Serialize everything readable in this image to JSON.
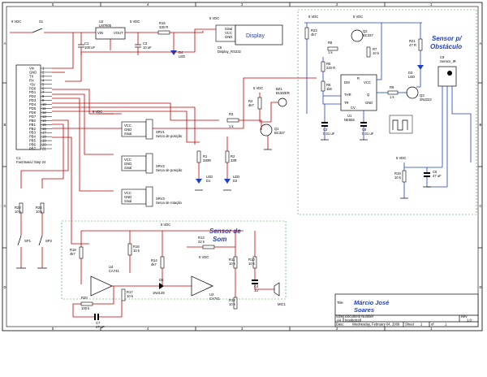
{
  "frame": {
    "cols": [
      "5",
      "4",
      "3",
      "2",
      "1"
    ],
    "rows": [
      "A",
      "B",
      "C",
      "D"
    ]
  },
  "sections": {
    "obstacle_title_1": "Sensor p/",
    "obstacle_title_2": "Obstáculo",
    "sound_title_1": "Sensor de",
    "sound_title_2": "Som"
  },
  "power": {
    "vdc_9": "9 VDC",
    "vdc_5": "5 VDC"
  },
  "components": {
    "s1": "S1",
    "u2": "U2",
    "u2_part": "LM7805",
    "vin": "VIN",
    "vout": "VOUT",
    "c1": "C1",
    "c1_val": "100 uF",
    "c2": "C2",
    "c2_val": "10 uF",
    "r15": "R15",
    "r15_val": "330 R",
    "d4": "D4",
    "d4_val": "LED",
    "display_label": "Display",
    "display_pins": [
      "Sinal",
      "VCC",
      "GND"
    ],
    "c6": "C6",
    "c6_part": "Display_RS232",
    "c1_mcu": "C1",
    "mcu_part": "Fast Basic/ Step 24",
    "mcu_pins": [
      "Vin",
      "GND",
      "TX",
      "RX",
      "+5V",
      "PD0",
      "PD1",
      "PD2",
      "PD3",
      "PD4",
      "PD5",
      "PD6",
      "PD7",
      "PB0",
      "PB1",
      "PB2",
      "PB3",
      "PB4",
      "PB5",
      "PB6",
      "PB7"
    ],
    "srv1": "SRV1",
    "srv1_desc": "Servo de posição",
    "srv2": "SRV2",
    "srv2_desc": "Servo de posição",
    "srv3": "SRV3",
    "srv3_desc": "Servo de rotação",
    "servo_pins": [
      "VCC",
      "GND",
      "Sinal"
    ],
    "r22": "R22",
    "r22_val": "10 k",
    "r24": "R24",
    "r24_val": "10 k",
    "sp1": "SP1",
    "sp2": "SP2",
    "r4": "R4",
    "r4_val": "4k7",
    "bz1": "BZ1",
    "bz1_val": "BUZZER",
    "r3": "R3",
    "r3_val": "1 k",
    "q1": "Q1",
    "q1_part": "BC337",
    "r1": "R1",
    "r1_val": "330R",
    "r2": "R2",
    "r2_val": "33R",
    "d1": "D1",
    "d2": "D2",
    "led": "LED",
    "r23": "R23",
    "r23_val": "4k7",
    "r8": "R8",
    "r8_val": "1 k",
    "q2": "Q2",
    "q2_part": "BC337",
    "r7": "R7",
    "r7_val": "10 k",
    "r5": "R5",
    "r5_val": "220 R",
    "r6": "R6",
    "r6_val": "1k8",
    "ne555": "NE555",
    "u1": "U1",
    "pin_dis": "DIS",
    "pin_vcc": "VCC",
    "pin_thr": "THR",
    "pin_tr": "TR",
    "pin_q": "Q",
    "pin_gnd": "GND",
    "pin_rst": "R",
    "pin_cv": "CV",
    "r9": "R9",
    "r9_val": "1 k",
    "q3": "Q3",
    "q3_part": "2N2222",
    "c3": "C3",
    "c3_val": "0.01 uF",
    "c8": "C8",
    "c8_val": "0.01 uF",
    "r21": "R21",
    "r21_val": "47 R",
    "d3": "D3",
    "d3_val": "LED",
    "c9": "C9",
    "c9_part": "Sensor_IR",
    "r19": "R19",
    "r19_val": "10 k",
    "c5": "C5",
    "c5_val": "47 uF",
    "r18": "R18",
    "r18_val": "4k7",
    "r16": "R16",
    "r16_val": "10 k",
    "r13": "R13",
    "r13_val": "22 k",
    "r14": "R14",
    "r14_val": "4k7",
    "d5": "D5",
    "d5_val": "1N4148",
    "ic_u4": "U4",
    "ic_u3": "U3",
    "opamp": "CA741",
    "r11": "R11",
    "r11_val": "10 k",
    "r10": "R10",
    "r10_val": "10 k",
    "c4": "C4",
    "c4_val": "1u",
    "r12": "R12",
    "r12_val": "10 k",
    "mic1": "MIC1",
    "r20": "R20",
    "r20_val": "100 k",
    "r17": "R17",
    "r17_val": "10 k",
    "c7": "C7",
    "c7_val": "47 uF"
  },
  "title_block": {
    "title_label": "Title",
    "title": "Márcio José",
    "title_2": "Soares",
    "size_label": "Size",
    "size": "A4",
    "doc_label": "Document Number",
    "doc": "Inoxbotcc8",
    "rev_label": "Rev",
    "rev": "1.0",
    "date_label": "Date:",
    "date": "Wednesday, February 04, 2009",
    "sheet_label": "Sheet",
    "sheet": "1",
    "of_label": "of",
    "of": "1"
  }
}
